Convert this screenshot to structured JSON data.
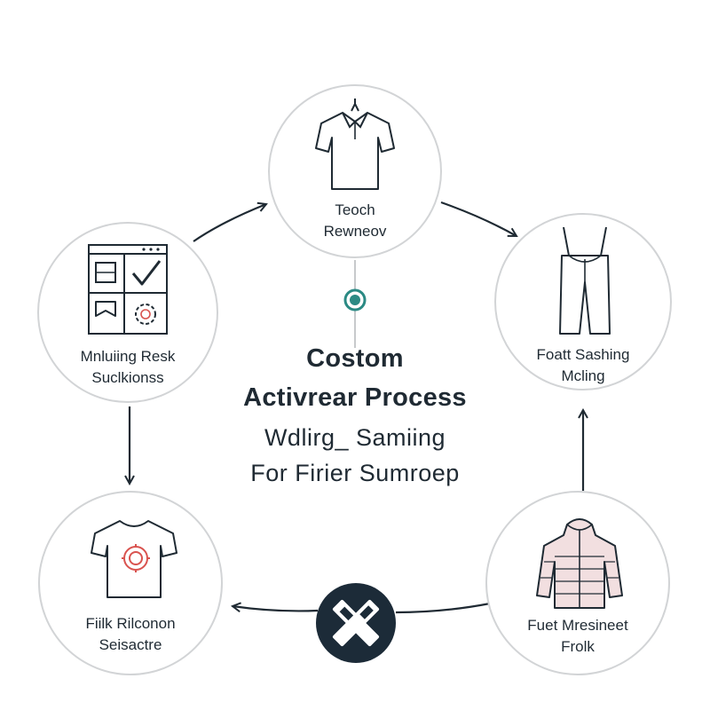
{
  "diagram": {
    "title_line1": "Costom",
    "title_line2": "Activrear Process",
    "subtitle_line1": "Wdlirg_ Samiing",
    "subtitle_line2": "For Firier Sumroep",
    "nodes": [
      {
        "id": "top",
        "icon": "polo-shirt-icon",
        "line1": "Teoch",
        "line2": "Rewneov"
      },
      {
        "id": "right",
        "icon": "overalls-icon",
        "line1": "Foatt Sashing",
        "line2": "Mcling"
      },
      {
        "id": "bottom-right",
        "icon": "puffer-jacket-icon",
        "line1": "Fuet Mresineet",
        "line2": "Frolk"
      },
      {
        "id": "bottom-left",
        "icon": "tshirt-logo-icon",
        "line1": "Fiilk Rilconon",
        "line2": "Seisactre"
      },
      {
        "id": "left",
        "icon": "checklist-board-icon",
        "line1": "Mnluiing Resk",
        "line2": "Suclkionss"
      }
    ],
    "hub_icon": "crossed-tools-icon",
    "center_dot_icon": "teal-dot-icon",
    "colors": {
      "ink": "#1f2a33",
      "circle_border": "#d2d4d6",
      "teal": "#2b8a84",
      "hub": "#1c2b38",
      "jacket_fill": "#f2dfe0",
      "logo_red": "#d9534f"
    }
  }
}
